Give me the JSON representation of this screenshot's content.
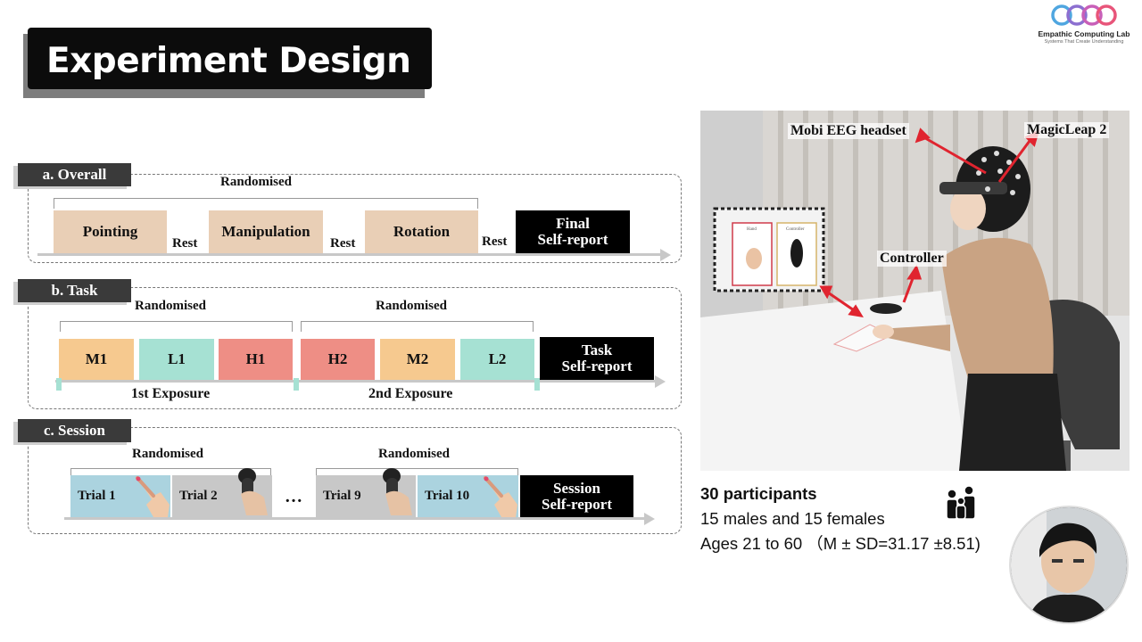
{
  "slide": {
    "title": "Experiment Design",
    "logo": {
      "name": "Empathic Computing Lab",
      "tagline": "Systems That Create Understanding"
    }
  },
  "overall": {
    "tab": "a. Overall",
    "randomised": "Randomised",
    "boxes": [
      "Pointing",
      "Manipulation",
      "Rotation"
    ],
    "rest": "Rest",
    "final_line1": "Final",
    "final_line2": "Self-report"
  },
  "task": {
    "tab": "b. Task",
    "randomised": "Randomised",
    "exposure1": [
      "M1",
      "L1",
      "H1"
    ],
    "exposure2": [
      "H2",
      "M2",
      "L2"
    ],
    "exposure1_label": "1st Exposure",
    "exposure2_label": "2nd Exposure",
    "report_line1": "Task",
    "report_line2": "Self-report"
  },
  "session": {
    "tab": "c. Session",
    "randomised": "Randomised",
    "trials": [
      "Trial 1",
      "Trial 2",
      "Trial 9",
      "Trial 10"
    ],
    "ellipsis": "…",
    "report_line1": "Session",
    "report_line2": "Self-report"
  },
  "photo": {
    "labels": {
      "eeg": "Mobi EEG headset",
      "magicleap": "MagicLeap 2",
      "controller": "Controller"
    },
    "card": {
      "hand": "Hand",
      "controller": "Controller"
    }
  },
  "participants": {
    "title": "30 participants",
    "line1": "15 males and 15 females",
    "line2": "Ages 21 to 60 （M ± SD=31.17 ±8.51)"
  },
  "icons": [
    "logo-icon",
    "people-icon",
    "pointing-hand-icon",
    "controller-icon"
  ],
  "colors": {
    "tan": "#e9cfb6",
    "orange": "#f6c98f",
    "teal": "#a6e1d3",
    "red": "#ee8e85",
    "lightblue": "#abd3df",
    "grey": "#c8c8c8",
    "black": "#000000"
  }
}
